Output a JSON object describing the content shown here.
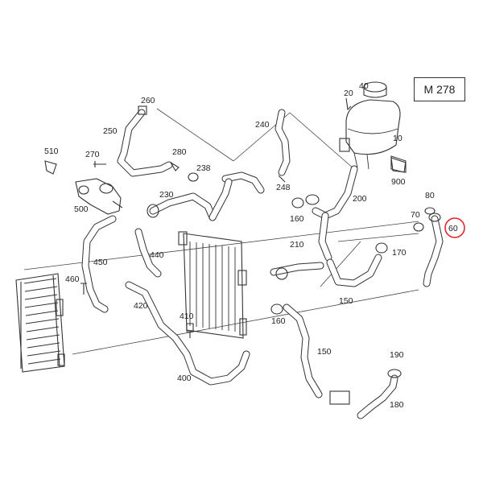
{
  "model_code": "M 278",
  "highlight_color": "#e0262c",
  "labels": [
    {
      "id": "l40",
      "text": "40"
    },
    {
      "id": "l20",
      "text": "20"
    },
    {
      "id": "l260",
      "text": "260"
    },
    {
      "id": "l240",
      "text": "240"
    },
    {
      "id": "l10",
      "text": "10"
    },
    {
      "id": "l250",
      "text": "250"
    },
    {
      "id": "l510",
      "text": "510"
    },
    {
      "id": "l270",
      "text": "270"
    },
    {
      "id": "l280",
      "text": "280"
    },
    {
      "id": "l238",
      "text": "238"
    },
    {
      "id": "l248",
      "text": "248"
    },
    {
      "id": "l900",
      "text": "900"
    },
    {
      "id": "l230",
      "text": "230"
    },
    {
      "id": "l200",
      "text": "200"
    },
    {
      "id": "l80",
      "text": "80"
    },
    {
      "id": "l500",
      "text": "500"
    },
    {
      "id": "l160a",
      "text": "160"
    },
    {
      "id": "l70",
      "text": "70"
    },
    {
      "id": "l60",
      "text": "60"
    },
    {
      "id": "l210",
      "text": "210"
    },
    {
      "id": "l440",
      "text": "440"
    },
    {
      "id": "l170",
      "text": "170"
    },
    {
      "id": "l450",
      "text": "450"
    },
    {
      "id": "l460",
      "text": "460"
    },
    {
      "id": "l150a",
      "text": "150"
    },
    {
      "id": "l420",
      "text": "420"
    },
    {
      "id": "l410",
      "text": "410"
    },
    {
      "id": "l160b",
      "text": "160"
    },
    {
      "id": "l150b",
      "text": "150"
    },
    {
      "id": "l190",
      "text": "190"
    },
    {
      "id": "l400",
      "text": "400"
    },
    {
      "id": "l180",
      "text": "180"
    }
  ]
}
